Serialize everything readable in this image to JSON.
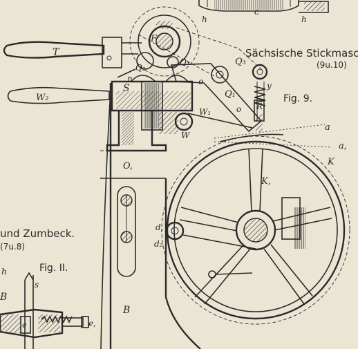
{
  "header": {
    "title_right": "Sächsische Stickmasch",
    "ref_right": "(9u.10)",
    "title_left": "und Zumbeck.",
    "ref_left": "(7u.8)"
  },
  "figures": {
    "fig9": "Fig. 9.",
    "fig11": "Fig. II."
  },
  "labels": {
    "T": "T",
    "F": "F",
    "Q2": "Q₂",
    "Q1_top": "Q₁",
    "Q3": "Q₃",
    "Q1": "Q₁",
    "n": "n",
    "o_top": "o",
    "o_bot": "o",
    "y": "y",
    "R": "R",
    "W2": "W₂",
    "S": "S",
    "W1": "W₁",
    "W": "W",
    "O1": "O,",
    "a": "a",
    "a1": "a,",
    "K": "K",
    "K1": "K,",
    "d1": "d,",
    "d2": "d₂",
    "B": "B",
    "B_left": "B",
    "h_top_left": "h",
    "c_top": "c",
    "h_top_right": "h",
    "h_left": "h",
    "s": "s",
    "e": "e",
    "e1": "e,"
  },
  "colors": {
    "paper": "#ebe5d3",
    "ink": "#2a2a2a"
  }
}
